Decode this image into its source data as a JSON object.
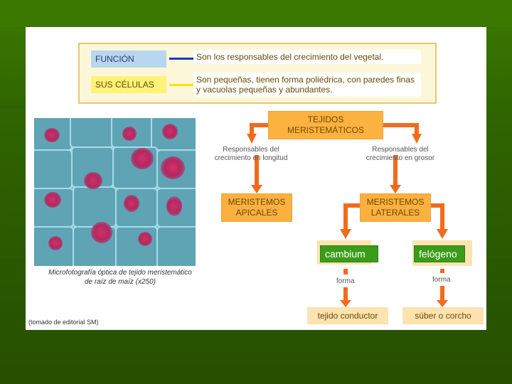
{
  "info": {
    "funcion_label": "FUNCIÓN",
    "funcion_text": "Son los responsables del crecimiento del vegetal.",
    "celulas_label": "SUS CÉLULAS",
    "celulas_text": "Son pequeñas, tienen forma poliédrica, con paredes finas y vacuolas pequeñas y abundantes."
  },
  "colors": {
    "funcion_line": "#1b37c8",
    "celulas_line": "#ffe10a",
    "orange": "#fbb040",
    "green_label": "#3b9c1a"
  },
  "diagram": {
    "root": "TEJIDOS MERISTEMÁTICOS",
    "left_note": "Responsables del crecimiento en longitud",
    "right_note": "Responsables del crecimiento en grosor",
    "apicales": "MERISTEMOS APICALES",
    "laterales": "MERISTEMOS LATERALES",
    "cambium": "cambium",
    "felogeno": "felógeno",
    "forma_1": "forma",
    "forma_2": "forma",
    "result_1": "tejido conductor",
    "result_2": "súber o corcho"
  },
  "photo": {
    "caption": "Microfotografía óptica de tejido meristemático de raíz de maíz (x250)",
    "source": "(tomado de editorial SM)"
  }
}
